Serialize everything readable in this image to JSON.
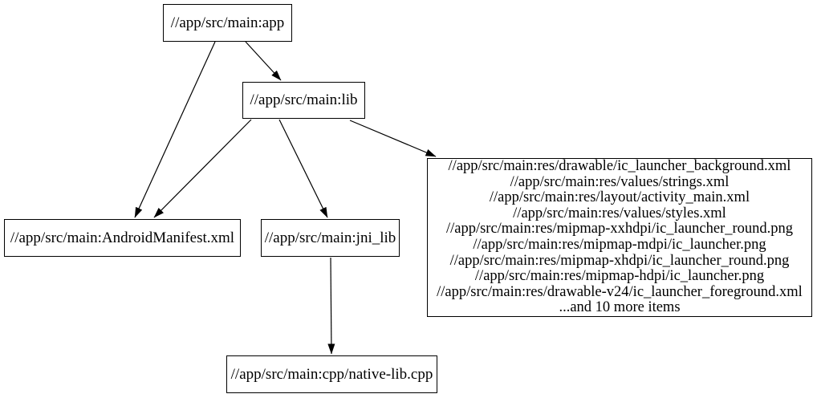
{
  "diagram": {
    "type": "dependency-graph",
    "nodes": {
      "app": {
        "label": "//app/src/main:app"
      },
      "lib": {
        "label": "//app/src/main:lib"
      },
      "android_manifest": {
        "label": "//app/src/main:AndroidManifest.xml"
      },
      "jni_lib": {
        "label": "//app/src/main:jni_lib"
      },
      "resources": {
        "lines": [
          "//app/src/main:res/drawable/ic_launcher_background.xml",
          "//app/src/main:res/values/strings.xml",
          "//app/src/main:res/layout/activity_main.xml",
          "//app/src/main:res/values/styles.xml",
          "//app/src/main:res/mipmap-xxhdpi/ic_launcher_round.png",
          "//app/src/main:res/mipmap-mdpi/ic_launcher.png",
          "//app/src/main:res/mipmap-xhdpi/ic_launcher_round.png",
          "//app/src/main:res/mipmap-hdpi/ic_launcher.png",
          "//app/src/main:res/drawable-v24/ic_launcher_foreground.xml",
          "...and 10 more items"
        ]
      },
      "native_cpp": {
        "label": "//app/src/main:cpp/native-lib.cpp"
      }
    },
    "edges": [
      {
        "from": "//app/src/main:app",
        "to": "//app/src/main:AndroidManifest.xml"
      },
      {
        "from": "//app/src/main:app",
        "to": "//app/src/main:lib"
      },
      {
        "from": "//app/src/main:lib",
        "to": "//app/src/main:AndroidManifest.xml"
      },
      {
        "from": "//app/src/main:lib",
        "to": "//app/src/main:jni_lib"
      },
      {
        "from": "//app/src/main:lib",
        "to": "resources-file-group"
      },
      {
        "from": "//app/src/main:jni_lib",
        "to": "//app/src/main:cpp/native-lib.cpp"
      }
    ],
    "colors": {
      "background": "#ffffff",
      "node_border": "#000000",
      "text": "#000000",
      "edge": "#000000"
    }
  }
}
